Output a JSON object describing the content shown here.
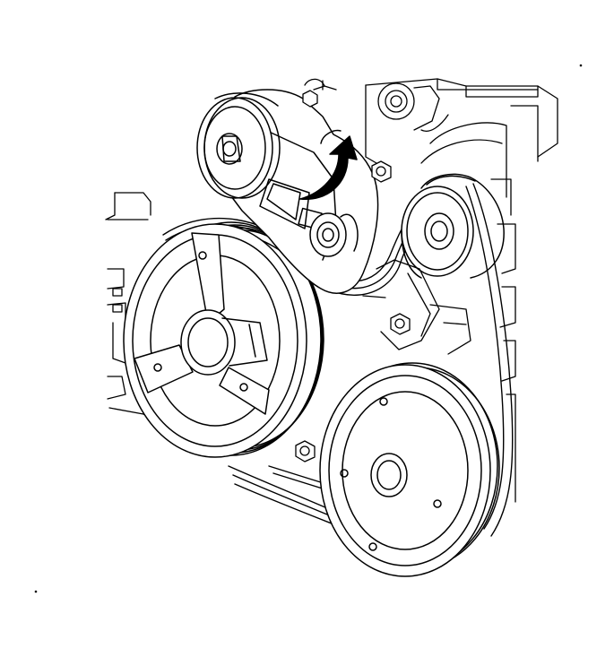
{
  "diagram": {
    "colors": {
      "ink": "#000000",
      "paper": "#ffffff"
    },
    "arrow": {
      "direction": "clockwise"
    },
    "components": [
      "crankshaft-pulley",
      "belt-tensioner",
      "idler-pulley",
      "accessory-pulley",
      "drive-belt",
      "engine-bracket"
    ]
  }
}
